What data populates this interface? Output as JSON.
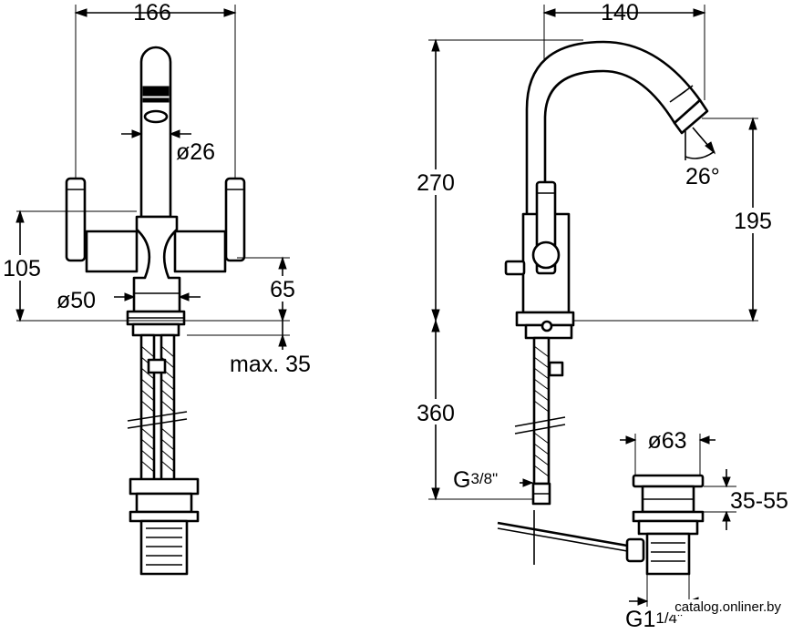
{
  "diagram": {
    "front_view": {
      "width": "166",
      "spout_diameter": "ø26",
      "total_height": "105",
      "body_diameter": "ø50",
      "handle_height": "65",
      "deck_thickness": "max. 35"
    },
    "side_view": {
      "reach": "140",
      "height": "270",
      "spout_height": "195",
      "spout_angle": "26°",
      "hose_length": "360",
      "connection_base": "G",
      "connection_fraction": "3/8\""
    },
    "waste": {
      "diameter": "ø63",
      "height": "35-55",
      "thread_base": "G1",
      "thread_fraction": "1/4\""
    }
  },
  "watermark": "catalog.onliner.by"
}
